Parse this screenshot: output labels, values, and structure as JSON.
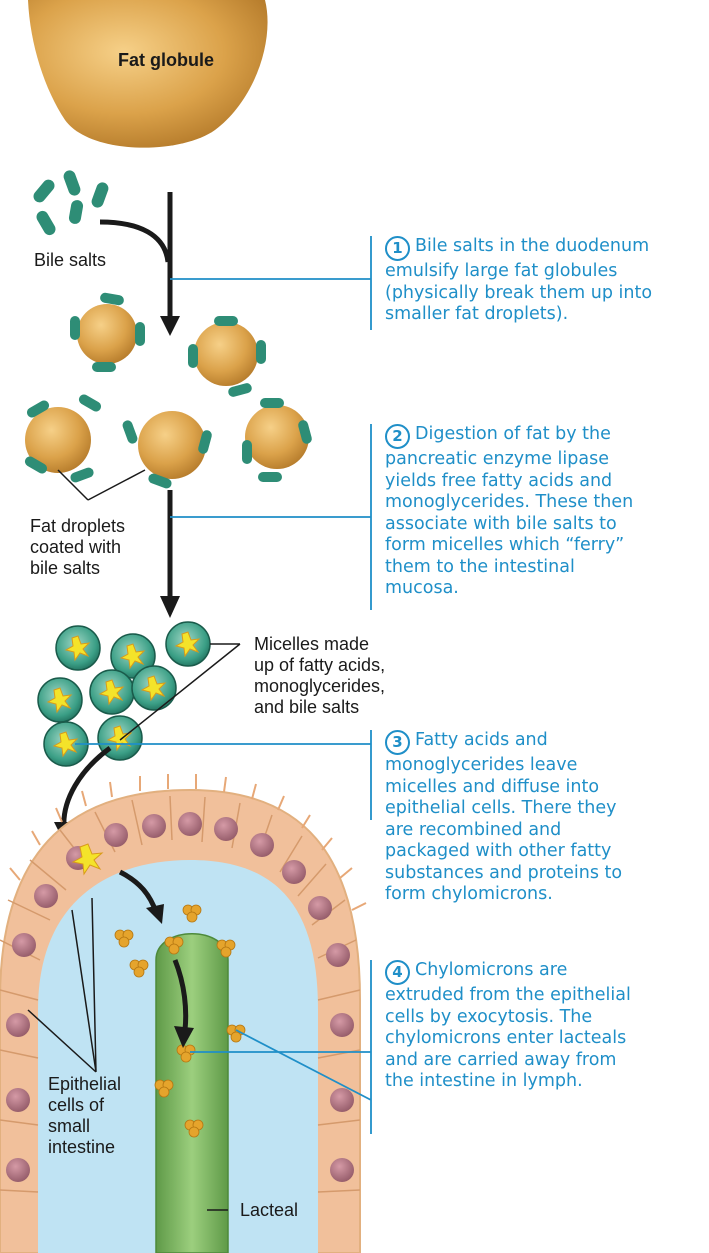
{
  "title": "Fat globule",
  "labels": {
    "bile_salts": "Bile salts",
    "droplets": "Fat droplets\ncoated with\nbile salts",
    "micelles": "Micelles made\nup of fatty acids,\nmonoglycerides,\nand bile salts",
    "epithelial": "Epithelial\ncells of\nsmall\nintestine",
    "lacteal": "Lacteal"
  },
  "steps": [
    {
      "num": "1",
      "text": "Bile salts in the duodenum\nemulsify large fat globules\n(physically break them up into\nsmaller fat droplets)."
    },
    {
      "num": "2",
      "text": "Digestion of fat by the\npancreatic enzyme lipase\nyields free fatty acids and\nmonoglycerides. These then\nassociate with bile salts to\nform micelles which “ferry”\nthem to the intestinal\nmucosa."
    },
    {
      "num": "3",
      "text": "Fatty acids and\nmonoglycerides leave\nmicelles and diffuse into\nepithelial cells. There they\nare recombined and\npackaged with other fatty\nsubstances and proteins to\nform chylomicrons."
    },
    {
      "num": "4",
      "text": "Chylomicrons are\nextruded from the epithelial\ncells by exocytosis. The\nchylomicrons enter lacteals\nand are carried away from\nthe intestine in lymph."
    }
  ],
  "colors": {
    "fat": "#dba24a",
    "bile": "#2e8d76",
    "leader_blue": "#1f8fc8",
    "lumen": "#bfe3f3",
    "lacteal": "#7ab35f",
    "cell": "#f1c09b",
    "nucleus": "#b07684"
  }
}
